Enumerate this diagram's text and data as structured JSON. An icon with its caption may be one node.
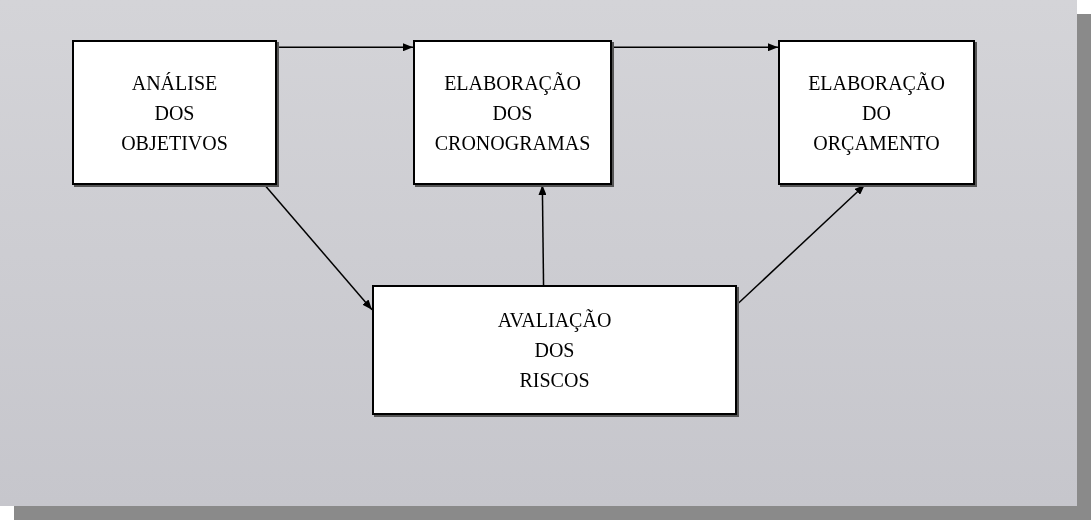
{
  "diagram": {
    "nodes": [
      {
        "text": [
          "ANÁLISE DOS OBJETIVOS"
        ]
      },
      {
        "text": [
          "ELABORAÇÃO DOS CRONOGRAMAS"
        ]
      },
      {
        "text": [
          "ELABORAÇÃO DO ORÇAMENTO"
        ]
      },
      {
        "text": [
          "AVALIAÇÃO DOS RISCOS"
        ]
      }
    ],
    "edges": [
      {
        "from": 0,
        "to": 1,
        "arrow": "to"
      },
      {
        "from": 1,
        "to": 2,
        "arrow": "to"
      },
      {
        "from": 0,
        "to": 3,
        "arrow": "to"
      },
      {
        "from": 3,
        "to": 1,
        "arrow": "to"
      },
      {
        "from": 3,
        "to": 2,
        "arrow": "to"
      }
    ]
  }
}
